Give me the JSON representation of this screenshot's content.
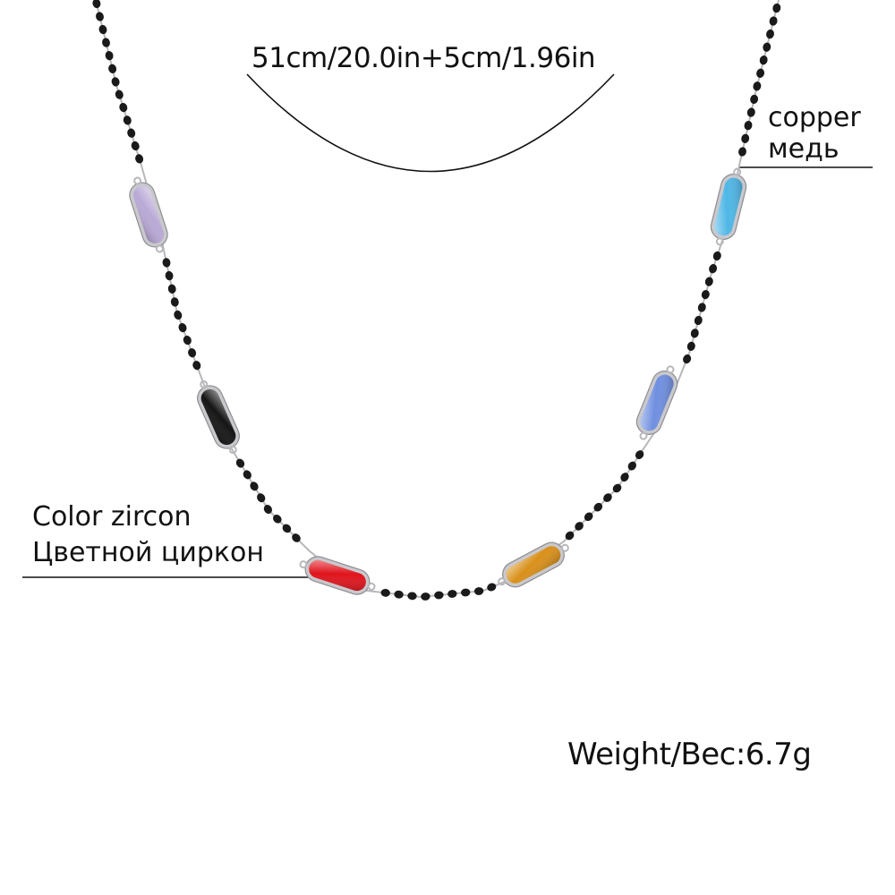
{
  "labels": {
    "length": "51cm/20.0in+5cm/1.96in",
    "material_en": "copper",
    "material_ru": "медь",
    "stone_en": "Color zircon",
    "stone_ru": "Цветной циркон",
    "weight": "Weight/Вес:6.7g"
  },
  "colors": {
    "background": "#ffffff",
    "text": "#111111",
    "bead": "#1a1a1a",
    "chain": "#b8b8bc",
    "bezel": "#c9c9cd"
  },
  "stones": [
    {
      "name": "lavender-zircon",
      "color": "#b9a9d6"
    },
    {
      "name": "black-zircon",
      "color": "#151515"
    },
    {
      "name": "red-zircon",
      "color": "#e0141c"
    },
    {
      "name": "amber-zircon",
      "color": "#d9901a"
    },
    {
      "name": "blue-zircon",
      "color": "#6f8fe0"
    },
    {
      "name": "aqua-zircon",
      "color": "#4fb7e6"
    }
  ]
}
